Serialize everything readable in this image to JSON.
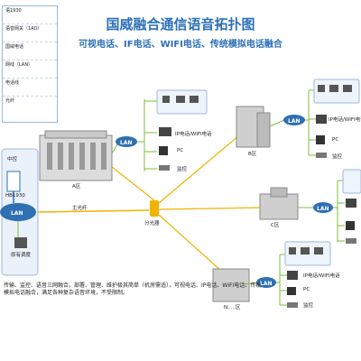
{
  "title": "国威融合通信语音拓扑图",
  "subtitle": "可视电话、IF电话、WIFI电话、传统模拟电话融合",
  "legend": [
    "语1930",
    "语音网关（1AD）",
    "国威电话",
    "网线（LAN）",
    "电话线",
    "光纤"
  ],
  "lan_label": "LAN",
  "center": {
    "top": "中控",
    "model": "HB1930",
    "dispatch": "原有调度"
  },
  "areas": {
    "a": "A区",
    "b": "B区",
    "c": "C区",
    "n": "N.....区"
  },
  "devices": {
    "ipphone": "IP电话/WIFI电话",
    "pc": "PC",
    "monitor": "监控"
  },
  "main_fiber": "主光纤",
  "splitter": "分光器",
  "note": "传输、监控、语音三网融合，部署、管理、维护极其简单（机房需适），可视电话、IP电话、WIFI电话、传统模拟电话融合，满足各种复杂语音环境，不受限制。",
  "colors": {
    "accent": "#2b6fb8",
    "lan": "#2f6fb3",
    "line": "#7cbf3a",
    "fiber": "#f2b200"
  }
}
